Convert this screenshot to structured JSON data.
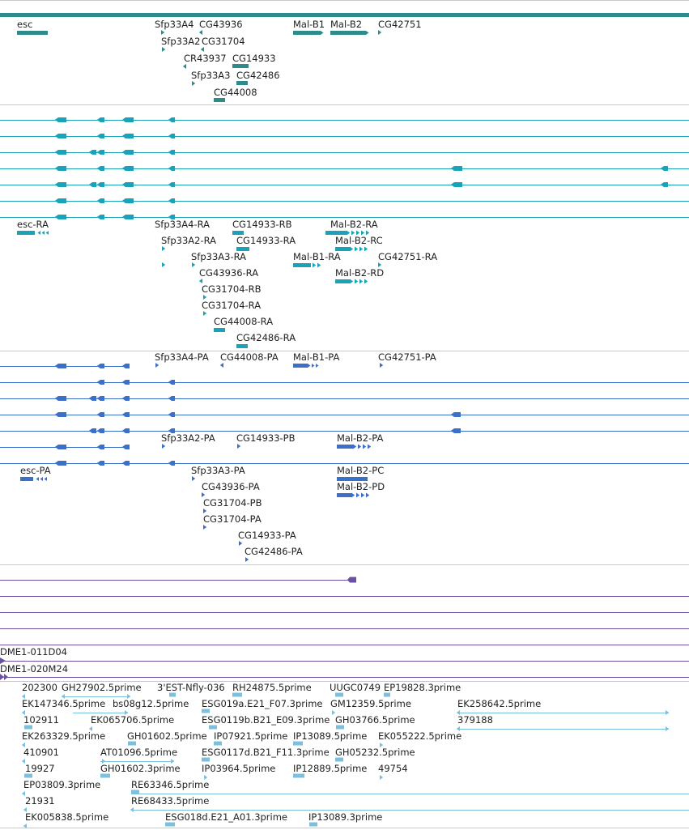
{
  "colors": {
    "gene": "#2e8b8b",
    "transcript": "#1aa3b8",
    "protein": "#3b6fc9",
    "clone": "#6b4fa0",
    "est": "#7cc0de"
  },
  "genes": [
    "esc",
    "Sfp33A4",
    "CG43936",
    "Mal-B1",
    "Mal-B2",
    "CG42751",
    "Sfp33A2",
    "CG31704",
    "CR43937",
    "CG14933",
    "Sfp33A3",
    "CG42486",
    "CG44008"
  ],
  "transcripts": [
    "esc-RA",
    "Sfp33A4-RA",
    "CG14933-RB",
    "Mal-B2-RA",
    "Sfp33A2-RA",
    "CG14933-RA",
    "Mal-B2-RC",
    "Sfp33A3-RA",
    "Mal-B1-RA",
    "CG42751-RA",
    "CG43936-RA",
    "Mal-B2-RD",
    "CG31704-RB",
    "CG31704-RA",
    "CG44008-RA",
    "CG42486-RA"
  ],
  "proteins": [
    "Sfp33A4-PA",
    "CG44008-PA",
    "Mal-B1-PA",
    "CG42751-PA",
    "Sfp33A2-PA",
    "CG14933-PB",
    "Mal-B2-PA",
    "esc-PA",
    "Sfp33A3-PA",
    "Mal-B2-PC",
    "CG43936-PA",
    "Mal-B2-PD",
    "CG31704-PB",
    "CG31704-PA",
    "CG14933-PA",
    "CG42486-PA"
  ],
  "clones": [
    "DME1-011D04",
    "DME1-020M24"
  ],
  "ests": [
    "202300",
    "GH27902.5prime",
    "3'EST-Nfly-036",
    "RH24875.5prime",
    "UUGC0749",
    "EP19828.3prime",
    "EK147346.5prime",
    "bs08g12.5prime",
    "ESG019a.E21_F07.3prime",
    "GM12359.5prime",
    "EK258642.5prime",
    "102911",
    "EK065706.5prime",
    "ESG0119b.B21_E09.3prime",
    "GH03766.5prime",
    "379188",
    "EK263329.5prime",
    "GH01602.5prime",
    "IP07921.5prime",
    "IP13089.5prime",
    "EK055222.5prime",
    "410901",
    "AT01096.5prime",
    "ESG0117d.B21_F11.3prime",
    "GH05232.5prime",
    "19927",
    "GH01602.3prime",
    "IP03964.5prime",
    "IP12889.5prime",
    "49754",
    "EP03809.3prime",
    "RE63346.5prime",
    "21931",
    "RE68433.5prime",
    "EK005838.5prime",
    "ESG018d.E21_A01.3prime",
    "IP13089.3prime"
  ]
}
